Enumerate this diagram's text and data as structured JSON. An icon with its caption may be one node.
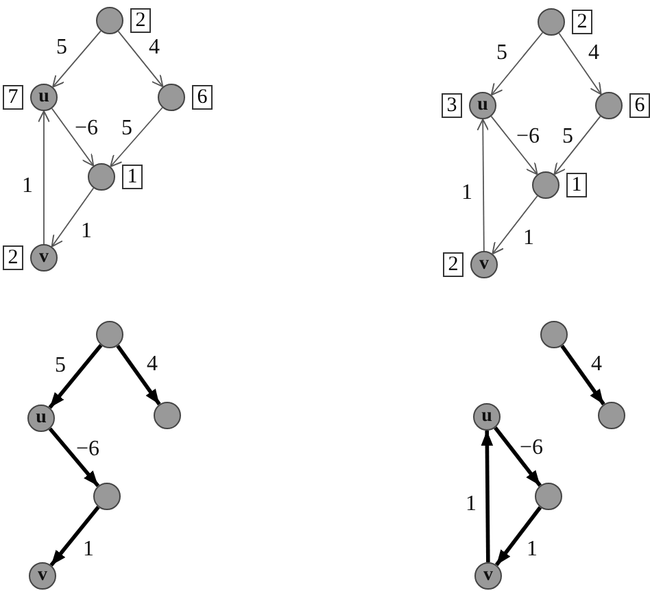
{
  "diagram": {
    "nodes": [
      {
        "text": [],
        "shape": "circle",
        "beside": [
          "2"
        ]
      },
      {
        "text": [
          "u"
        ],
        "beside": [
          "7"
        ]
      },
      {
        "text": [],
        "shape": "circle",
        "beside": [
          "6"
        ]
      },
      {
        "text": [],
        "shape": "circle",
        "beside": [
          "1"
        ]
      },
      {
        "text": [
          "v"
        ],
        "beside": [
          "2"
        ]
      },
      {
        "text": [],
        "shape": "circle",
        "beside": [
          "2"
        ]
      },
      {
        "text": [
          "u"
        ],
        "beside": [
          "3"
        ]
      },
      {
        "text": [],
        "shape": "circle",
        "beside": [
          "6"
        ]
      },
      {
        "text": [],
        "shape": "circle",
        "beside": [
          "1"
        ]
      },
      {
        "text": [
          "v"
        ],
        "beside": [
          "2"
        ]
      },
      {
        "text": [],
        "shape": "circle"
      },
      {
        "text": [
          "u"
        ]
      },
      {
        "text": [],
        "shape": "circle"
      },
      {
        "text": [],
        "shape": "circle"
      },
      {
        "text": [
          "v"
        ]
      },
      {
        "text": [],
        "shape": "circle"
      },
      {
        "text": [
          "u"
        ]
      },
      {
        "text": [],
        "shape": "circle"
      },
      {
        "text": [],
        "shape": "circle"
      },
      {
        "text": [
          "v"
        ]
      }
    ],
    "edges": [
      {
        "from": 0,
        "to": 1,
        "arrow": "to",
        "label": "5"
      },
      {
        "from": 0,
        "to": 2,
        "arrow": "to",
        "label": "4"
      },
      {
        "from": 1,
        "to": 3,
        "arrow": "to",
        "label": "−6"
      },
      {
        "from": 2,
        "to": 3,
        "arrow": "to",
        "label": "5"
      },
      {
        "from": 3,
        "to": 4,
        "arrow": "to",
        "label": "1"
      },
      {
        "from": 4,
        "to": 1,
        "arrow": "to",
        "label": "1"
      },
      {
        "from": 5,
        "to": 6,
        "arrow": "to",
        "label": "5"
      },
      {
        "from": 5,
        "to": 7,
        "arrow": "to",
        "label": "4"
      },
      {
        "from": 6,
        "to": 8,
        "arrow": "to",
        "label": "−6"
      },
      {
        "from": 7,
        "to": 8,
        "arrow": "to",
        "label": "5"
      },
      {
        "from": 8,
        "to": 9,
        "arrow": "to",
        "label": "1"
      },
      {
        "from": 9,
        "to": 6,
        "arrow": "to",
        "label": "1"
      },
      {
        "from": 10,
        "to": 11,
        "arrow": "to",
        "label": "5",
        "style": "thick",
        "color": "#000000"
      },
      {
        "from": 10,
        "to": 12,
        "arrow": "to",
        "label": "4",
        "style": "thick",
        "color": "#000000"
      },
      {
        "from": 11,
        "to": 13,
        "arrow": "to",
        "label": "−6",
        "style": "thick",
        "color": "#000000"
      },
      {
        "from": 13,
        "to": 14,
        "arrow": "to",
        "label": "1",
        "style": "thick",
        "color": "#000000"
      },
      {
        "from": 15,
        "to": 17,
        "arrow": "to",
        "label": "4",
        "style": "thick",
        "color": "#000000"
      },
      {
        "from": 16,
        "to": 18,
        "arrow": "to",
        "label": "−6",
        "style": "thick",
        "color": "#000000"
      },
      {
        "from": 18,
        "to": 19,
        "arrow": "to",
        "label": "1",
        "style": "thick",
        "color": "#000000"
      },
      {
        "from": 19,
        "to": 16,
        "arrow": "to",
        "label": "1",
        "style": "thick",
        "color": "#000000"
      }
    ]
  }
}
